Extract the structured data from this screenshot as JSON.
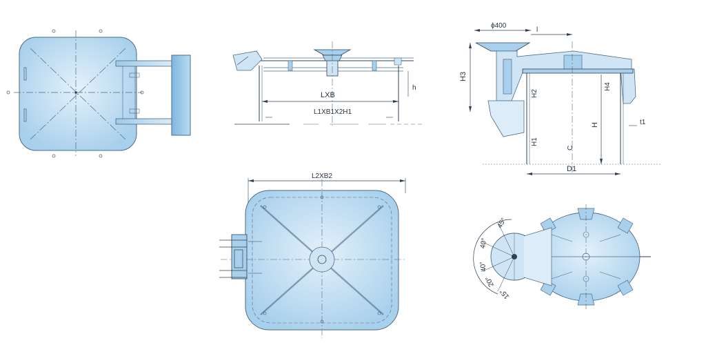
{
  "colors": {
    "fill_light": "#dcecf8",
    "fill_main": "#a8d0ec",
    "fill_dark": "#7fb7e0",
    "line": "#4a6a86",
    "line_dark": "#2f3f50"
  },
  "views": {
    "top_left": {
      "labels": []
    },
    "top_middle": {
      "lxb": "LXB",
      "lxb_sub": "L1XB1X2H1",
      "h": "h"
    },
    "top_right": {
      "phi400": "ϕ400",
      "l": "l",
      "h3": "H3",
      "h2": "H2",
      "h4": "H4",
      "h": "H",
      "h1": "H1",
      "t1": "t1",
      "d1": "D1",
      "c": "C"
    },
    "bottom_middle": {
      "l2xb2": "L2XB2"
    },
    "bottom_right": {
      "angles": [
        "45°",
        "40°",
        "40°",
        "20°",
        "15°"
      ]
    }
  }
}
